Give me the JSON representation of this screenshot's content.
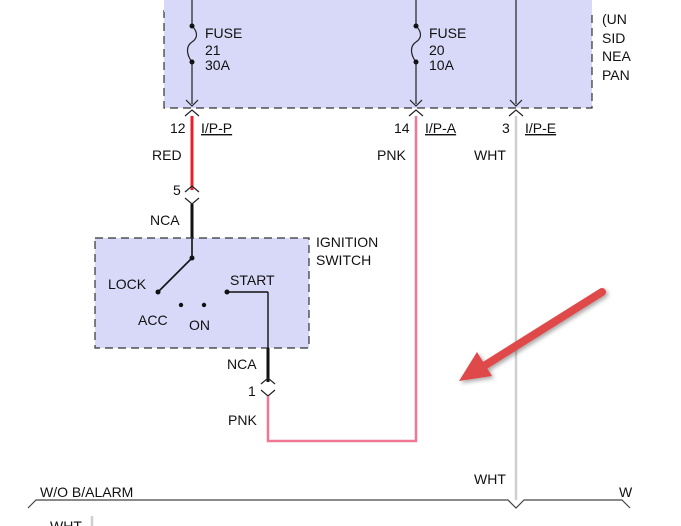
{
  "fuse_box": {
    "fuse_a": {
      "label": "FUSE",
      "number": "21",
      "rating": "30A"
    },
    "fuse_b": {
      "label": "FUSE",
      "number": "20",
      "rating": "10A"
    },
    "partial_label_lines": [
      "(UN",
      "SID",
      "NEA",
      "PAN"
    ]
  },
  "connectors": {
    "pin_12": {
      "pin": "12",
      "code": "I/P-P"
    },
    "pin_14": {
      "pin": "14",
      "code": "I/P-A"
    },
    "pin_3": {
      "pin": "3",
      "code": "I/P-E"
    },
    "pin_5": "5",
    "pin_1": "1"
  },
  "wires": {
    "red": "RED",
    "pnk_top": "PNK",
    "wht_top": "WHT",
    "nca_top": "NCA",
    "nca_bottom": "NCA",
    "pnk_bottom": "PNK",
    "wht_bottom": "WHT"
  },
  "ignition_switch": {
    "title_line1": "IGNITION",
    "title_line2": "SWITCH",
    "positions": {
      "lock": "LOCK",
      "acc": "ACC",
      "on": "ON",
      "start": "START"
    }
  },
  "bottom": {
    "option_left": "W/O B/ALARM",
    "option_right_partial": "W",
    "cut_text_left": "WHT"
  },
  "colors": {
    "fuse_box_fill": "#d8d8f8",
    "red_wire": "#e8202a",
    "pink_wire": "#f07894",
    "white_wire": "#cfcfcf",
    "arrow": "#e04848"
  },
  "annotation": {
    "icon": "red-arrow-icon"
  }
}
